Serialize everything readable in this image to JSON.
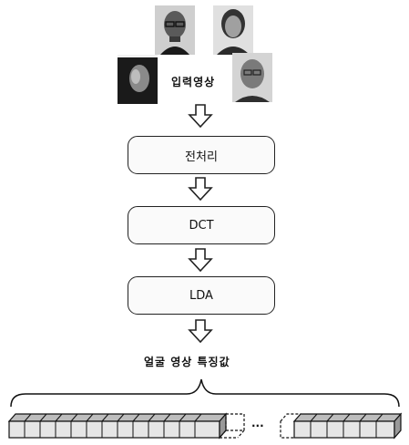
{
  "input_label": "입력영상",
  "stages": [
    {
      "id": "preprocess",
      "label": "전처리"
    },
    {
      "id": "dct",
      "label": "DCT"
    },
    {
      "id": "lda",
      "label": "LDA"
    }
  ],
  "output_label": "얼굴 영상 특징값",
  "vector": {
    "ellipsis": "···"
  },
  "face_icons": [
    "face-man-glasses-icon",
    "face-woman-icon",
    "face-woman-dark-icon",
    "face-man-bald-icon"
  ]
}
